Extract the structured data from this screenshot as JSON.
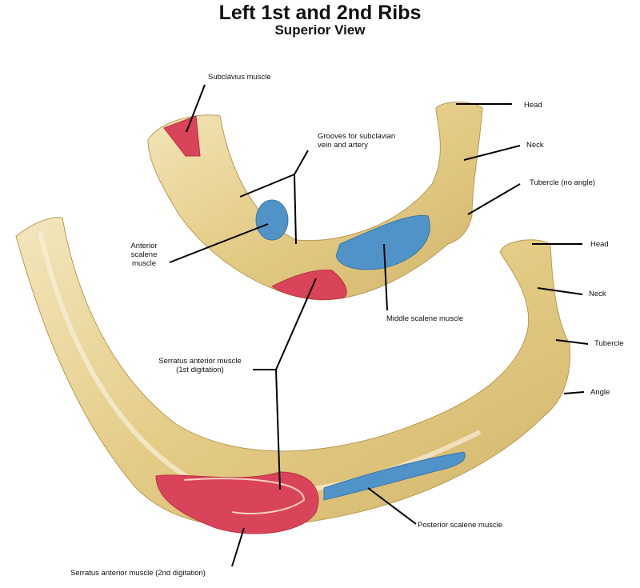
{
  "title": "Left 1st and 2nd Ribs",
  "subtitle": "Superior View",
  "colors": {
    "bone": "#e6d08e",
    "bone_light": "#f4ead0",
    "muscle_red": "#d9445a",
    "muscle_blue": "#4f93c9"
  },
  "labels": {
    "subclavius": "Subclavius muscle",
    "grooves_1": "Grooves for subclavian",
    "grooves_2": "vein and artery",
    "anterior_1": "Anterior",
    "anterior_2": "scalene",
    "anterior_3": "muscle",
    "head1": "Head",
    "neck1": "Neck",
    "tubercle1": "Tubercle (no angle)",
    "middle_scalene": "Middle scalene muscle",
    "head2": "Head",
    "neck2": "Neck",
    "tubercle2": "Tubercle",
    "angle2": "Angle",
    "serratus1_1": "Serratus anterior muscle",
    "serratus1_2": "(1st digitation)",
    "posterior_scalene": "Posterior scalene muscle",
    "serratus2": "Serratus anterior muscle (2nd digitation)"
  }
}
